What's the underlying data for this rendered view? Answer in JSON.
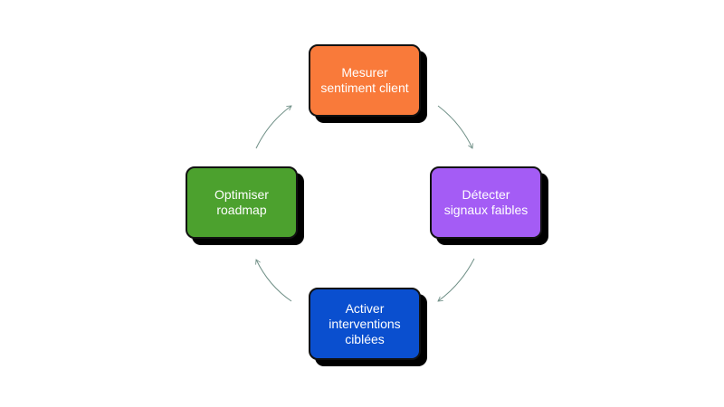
{
  "diagram": {
    "nodes": [
      {
        "id": "top",
        "label": "Mesurer\nsentiment client",
        "color": "#f97a3a"
      },
      {
        "id": "right",
        "label": "Détecter\nsignaux faibles",
        "color": "#a45cf5"
      },
      {
        "id": "bottom",
        "label": "Activer\ninterventions\nciblées",
        "color": "#0a4fcf"
      },
      {
        "id": "left",
        "label": "Optimiser\nroadmap",
        "color": "#4ca12e"
      }
    ],
    "edges": [
      {
        "from": "top",
        "to": "right"
      },
      {
        "from": "right",
        "to": "bottom"
      },
      {
        "from": "bottom",
        "to": "left"
      },
      {
        "from": "left",
        "to": "top"
      }
    ],
    "arrow_color": "#6f8f86"
  }
}
